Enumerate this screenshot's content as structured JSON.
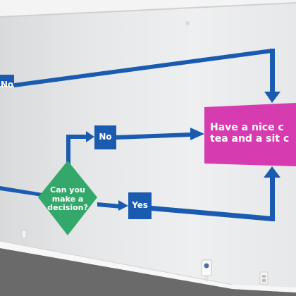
{
  "colors": {
    "wall": "#e9eaeb",
    "arrow_blue": "#1a5bb0",
    "decision_green": "#34a86a",
    "result_magenta": "#d63cb0",
    "floor": "#6b6b6b",
    "baseboard": "#ffffff"
  },
  "flowchart": {
    "top_no_label": "No",
    "middle_no_label": "No",
    "yes_label": "Yes",
    "decision_text": "Can you make a decision?",
    "result_line_1": "Have a nice c",
    "result_line_2": "tea and a sit c"
  },
  "room": {
    "outlets": [
      "outlet-icon",
      "outlet-icon",
      "outlet-icon"
    ],
    "device": "plug-in-device-icon"
  }
}
